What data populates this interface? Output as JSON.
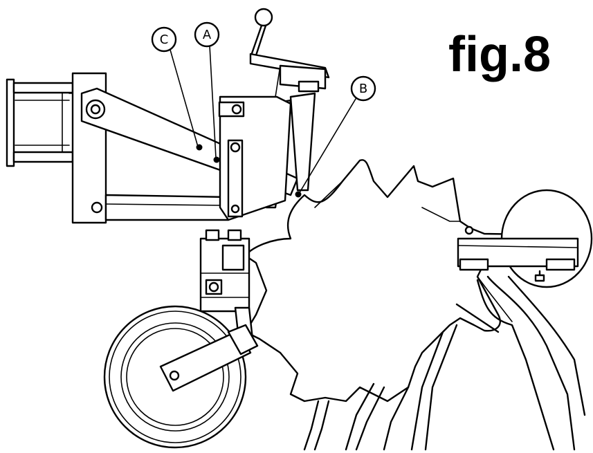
{
  "figure": {
    "title": "fig.8"
  },
  "callouts": [
    {
      "id": "C",
      "label": "C"
    },
    {
      "id": "A",
      "label": "A"
    },
    {
      "id": "B",
      "label": "B"
    }
  ]
}
